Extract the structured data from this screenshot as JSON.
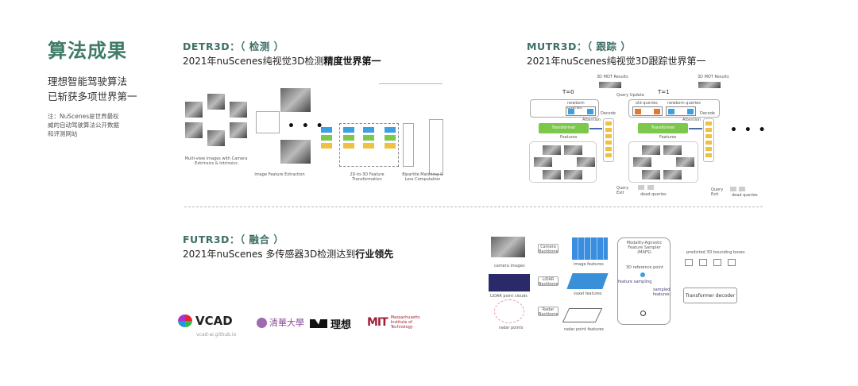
{
  "left": {
    "title": "算法成果",
    "line1": "理想智能驾驶算法",
    "line2": "已斩获多项世界第一",
    "note": "注：NuScenes是世界最权威的自动驾驶算法公开数据和评测网站"
  },
  "detr3d": {
    "heading": "DETR3D：（ 检测 ）",
    "subtitle_plain": "2021年nuScenes纯视觉3D检测",
    "subtitle_bold": "精度世界第一",
    "diagram": {
      "labels": [
        "Multi-view images with Camera Extrinsics & Intrinsics",
        "Image Feature Extraction",
        "2D-to-3D Feature Transformation",
        "Bipartite Matching & Loss Computation"
      ],
      "ellipsis": "• • •"
    }
  },
  "mutr3d": {
    "heading": "MUTR3D：（ 跟踪 ）",
    "subtitle_plain": "2021年nuScenes纯视觉3D跟踪",
    "subtitle_bold": "世界第一",
    "diagram": {
      "t0": "T=0",
      "t1": "T=1",
      "newborn": "newborn queries",
      "old": "old queries",
      "transformer": "Transformer",
      "decode": "Decode",
      "dead": "dead queries",
      "query_update": "Query Update",
      "query_exit": "Query Exit",
      "mot": "3D MOT Results",
      "attention": "Attention",
      "features": "Features",
      "ellipsis": "• • •"
    }
  },
  "futr3d": {
    "heading": "FUTR3D：（ 融合 ）",
    "subtitle_plain": "2021年nuScenes 多传感器3D检测达到",
    "subtitle_bold": "行业领先",
    "diagram": {
      "camera_backbone": "Camera Backbone",
      "lidar_backbone": "LiDAR Backbone",
      "radar_backbone": "Radar Backbone",
      "camera_images": "camera images",
      "lidar_points": "LiDAR point clouds",
      "radar_points": "radar points",
      "image_features": "image features",
      "voxel_features": "voxel features",
      "radar_features": "radar point features",
      "mafs": "Modality-Agnostic Feature Sampler (MAFS)",
      "ref_point": "3D reference point",
      "feature_sampling": "feature sampling",
      "sampled_features": "sampled features",
      "boxes": "predicted 3D bounding boxes",
      "decoder": "Transformer decoder"
    }
  },
  "logos": {
    "vcad": "VCAD",
    "vcad_url": "vcad-ai.github.io",
    "tsinghua": "清華大學",
    "lixiang": "理想",
    "mit": "MIT",
    "mit_full": "Massachusetts Institute of Technology"
  },
  "colors": {
    "accent": "#3e7b68"
  }
}
